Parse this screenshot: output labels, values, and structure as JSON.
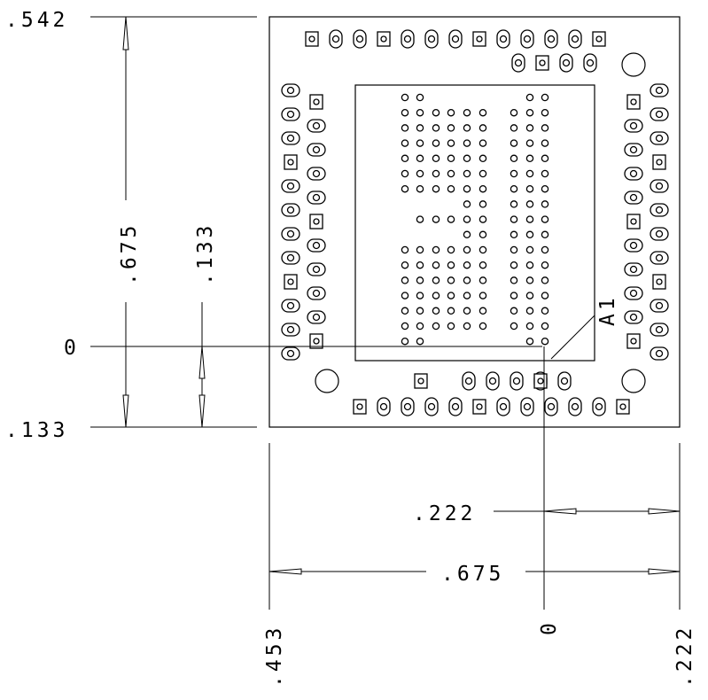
{
  "dimensions": {
    "top_left": ".542",
    "vertical_total": ".675",
    "vertical_lower": ".133",
    "zero_left": "0",
    "bottom_left": ".133",
    "horizontal_right": ".222",
    "horizontal_total": ".675",
    "bottom_x_left": ".453",
    "bottom_x_zero": "0",
    "bottom_x_right": ".222"
  },
  "marker": "A1",
  "colors": {
    "ink": "#000000",
    "paper": "#ffffff"
  }
}
